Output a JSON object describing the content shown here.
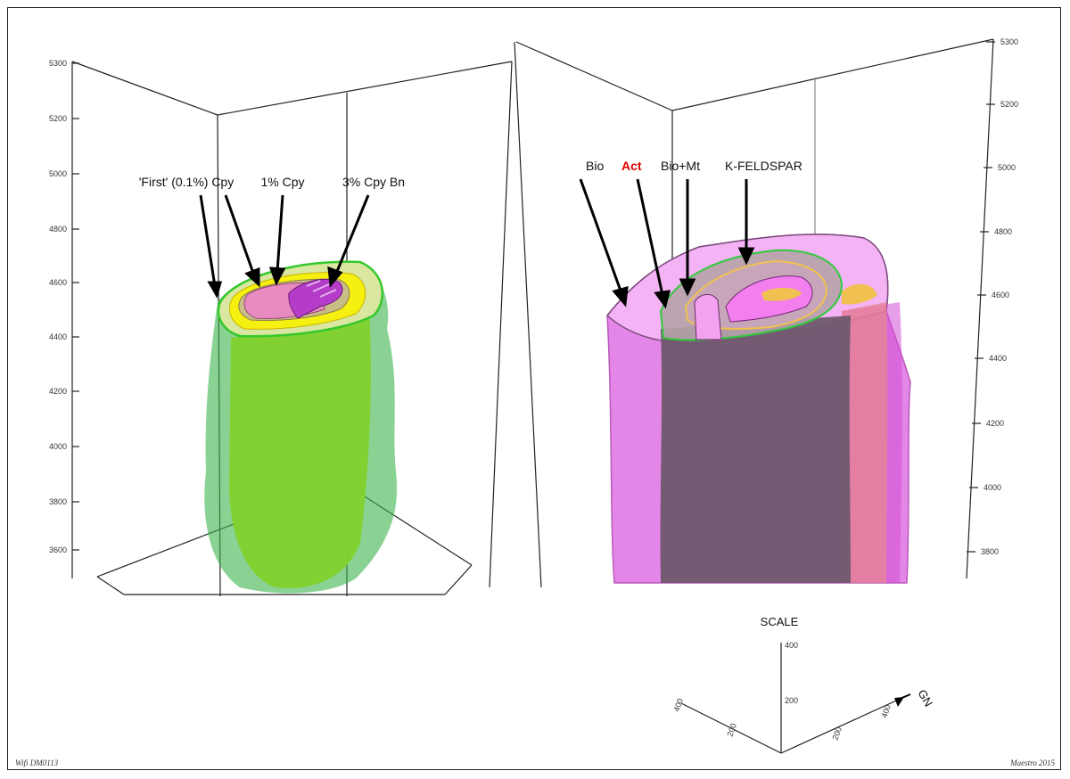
{
  "left_panel": {
    "axis_ticks": [
      "5300",
      "5200",
      "5000",
      "4800",
      "4600",
      "4400",
      "4200",
      "4000",
      "3800",
      "3600"
    ],
    "labels": [
      "'First' (0.1%) Cpy",
      "1% Cpy",
      "3% Cpy Bn"
    ],
    "colors": {
      "outer": "#3cb44b",
      "inner": "#7fd12b",
      "yellow": "#f5f010",
      "pink": "#e78bc0",
      "purple": "#b43cc8"
    }
  },
  "right_panel": {
    "axis_ticks": [
      "5300",
      "5200",
      "5000",
      "4800",
      "4600",
      "4400",
      "4200",
      "4000",
      "3800"
    ],
    "labels": [
      {
        "text": "Bio",
        "color": "#111111"
      },
      {
        "text": "Act",
        "color": "#e00000"
      },
      {
        "text": "Bio+Mt",
        "color": "#111111"
      },
      {
        "text": "K-FELDSPAR",
        "color": "#111111"
      }
    ],
    "colors": {
      "bio": "#e37fe6",
      "act": "#6f5a6e",
      "kfeld": "#f0c050",
      "magenta": "#d44fd6"
    }
  },
  "scale": {
    "title": "SCALE",
    "vertical_ticks": [
      "400",
      "200"
    ],
    "left_ticks": [
      "400",
      "200"
    ],
    "right_ticks": [
      "200",
      "400"
    ],
    "north_label": "GN"
  },
  "footer": {
    "left": "Wifi DM0113",
    "right": "Maestro 2015"
  }
}
